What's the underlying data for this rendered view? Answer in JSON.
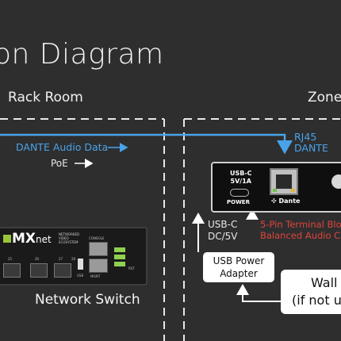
{
  "title": "on Diagram",
  "sections": {
    "left": "Rack Room",
    "right": "Zone"
  },
  "signals": {
    "dante": "DANTE Audio Data",
    "poe": "PoE",
    "rj45": "RJ45",
    "dante_cap": "DANTE"
  },
  "device": {
    "usbc_port": "USB-C",
    "usbc_spec": "5V/1A",
    "power_label": "POWER",
    "dante_logo": "Dante"
  },
  "side_text": {
    "usbc": "USB-C",
    "dc": "DC/5V",
    "terminal_line1": "5-Pin Terminal Blo",
    "terminal_line2": "Balanced Audio C"
  },
  "boxes": {
    "usb_power_line1": "USB Power",
    "usb_power_line2": "Adapter",
    "wall_line1": "Wall",
    "wall_line2": "(if not u"
  },
  "switch": {
    "brand": "MX",
    "brand_suffix": "net",
    "tagline": [
      "NETWORKED",
      "VIDEO",
      "ECOSYSTEM"
    ],
    "console_label": "CONSOLE",
    "mgmt_label": "MGMT",
    "usb_label": "USB",
    "rst_label": "RST",
    "port_numbers": [
      "25",
      "26",
      "27",
      "28"
    ],
    "label": "Network Switch"
  },
  "colors": {
    "background": "#2e2e2f",
    "accent_blue": "#4aa3e8",
    "accent_red": "#e0443b",
    "device_black": "#111111"
  }
}
